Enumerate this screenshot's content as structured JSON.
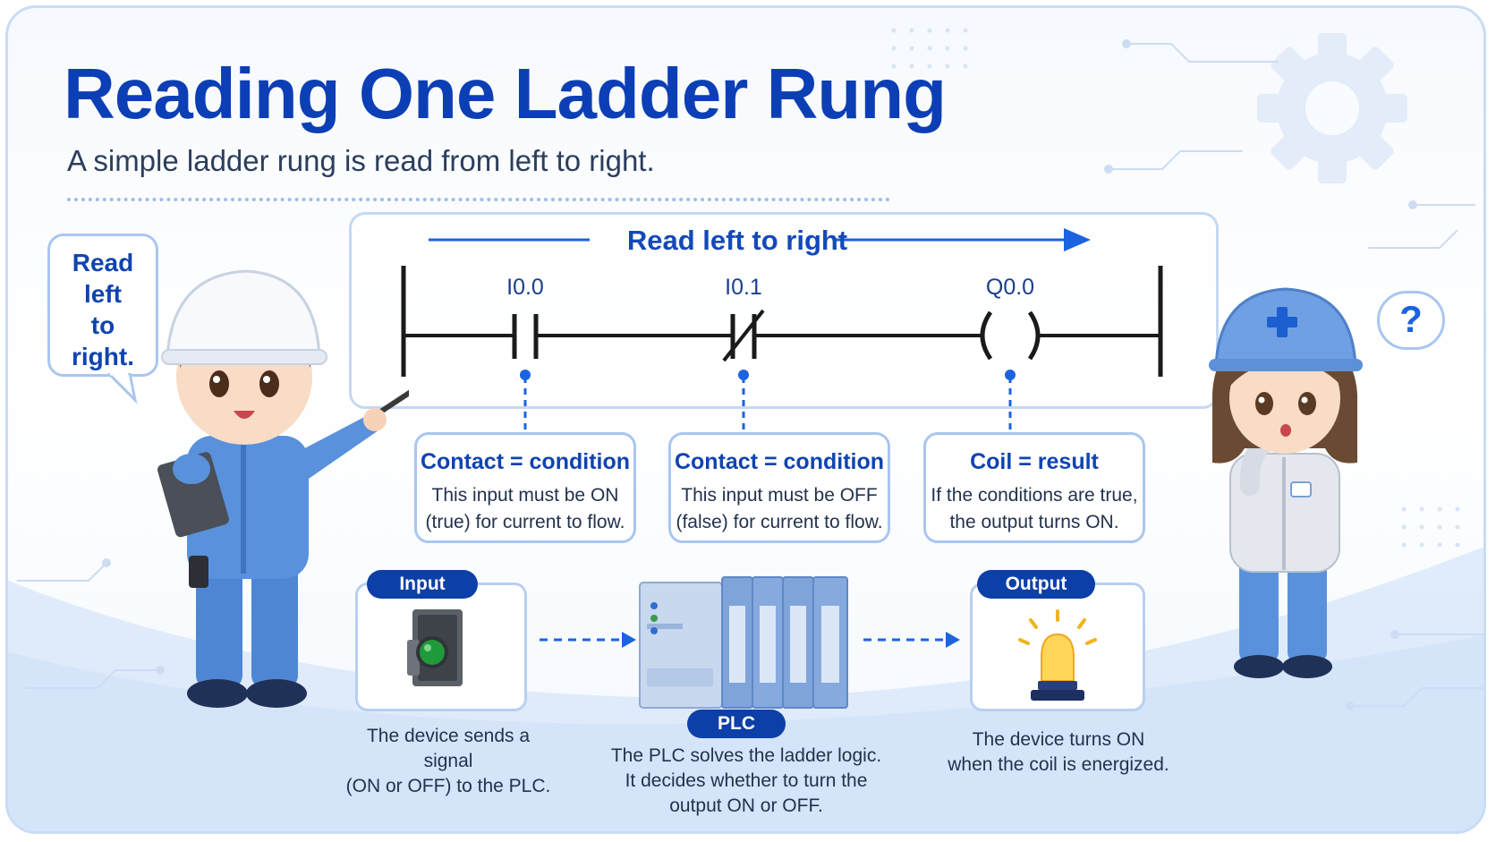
{
  "title": "Reading One Ladder Rung",
  "subtitle": "A simple ladder rung is read from left to right.",
  "rung": {
    "direction_label": "Read left to right",
    "elements": [
      {
        "address": "I0.0",
        "symbol": "normally-open-contact"
      },
      {
        "address": "I0.1",
        "symbol": "normally-closed-contact"
      },
      {
        "address": "Q0.0",
        "symbol": "output-coil"
      }
    ]
  },
  "cards": [
    {
      "heading": "Contact = condition",
      "body": "This input must be ON\n(true) for current to flow."
    },
    {
      "heading": "Contact = condition",
      "body": "This input must be OFF\n(false) for current to flow."
    },
    {
      "heading": "Coil = result",
      "body": "If the conditions are true,\nthe output turns ON."
    }
  ],
  "flow": {
    "input": {
      "label": "Input",
      "caption": "The device sends a signal\n(ON or OFF) to the PLC.",
      "icon": "push-button-icon"
    },
    "plc": {
      "label": "PLC",
      "caption": "The PLC solves the ladder logic.\nIt decides whether to turn the\noutput ON or OFF.",
      "icon": "plc-rack-icon"
    },
    "output": {
      "label": "Output",
      "caption": "The device turns ON\nwhen the coil is energized.",
      "icon": "lamp-icon"
    }
  },
  "bubbles": {
    "left": "Read\nleft\nto\nright.",
    "right": "?"
  },
  "colors": {
    "accent": "#0c3fb5",
    "line": "#1a1a1a",
    "card_border": "#a9c6ef",
    "pill": "#0d3fa8"
  }
}
